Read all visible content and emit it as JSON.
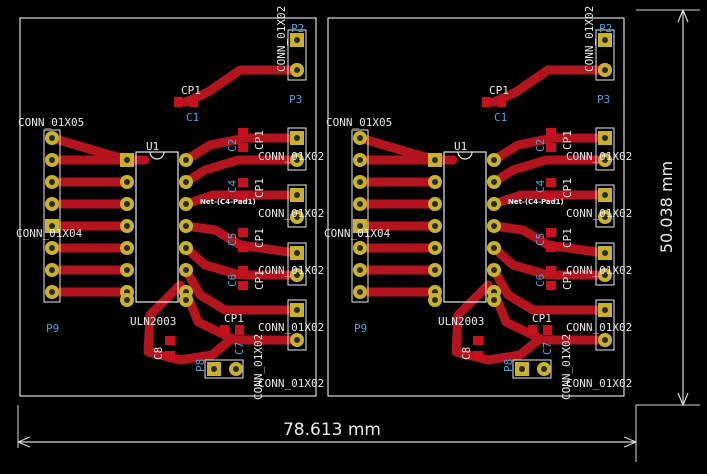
{
  "colors": {
    "background": "#000000",
    "edge": "#d8d8d8",
    "track": "#b4141e",
    "pad": "#c8b22a",
    "smd": "#c8101e",
    "silk": "#e8e8e8",
    "refdes": "#4aa3d8"
  },
  "dimensions": {
    "horizontal": "78.613 mm",
    "vertical": "50.038 mm"
  },
  "labels": {
    "ic_ref": "U1",
    "ic_value": "ULN2003",
    "cp": "CP1",
    "c1": "C1",
    "c2": "C2",
    "c4": "C4",
    "c5": "C5",
    "c6": "C6",
    "c7": "C7",
    "c8": "C8",
    "p2": "P2",
    "p3": "P3",
    "p8": "P8",
    "p9": "P9",
    "conn_01x05": "CONN_01X05",
    "conn_01x04": "CONN_01X04",
    "conn_01x02": "CONN_01X02",
    "net_label": "Net-(C4-Pad1)"
  }
}
